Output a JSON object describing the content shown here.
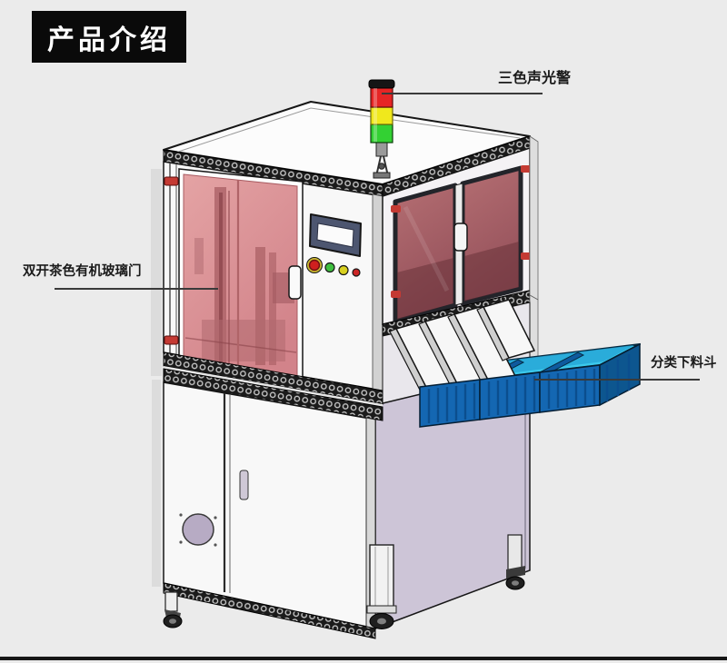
{
  "banner": {
    "text": "产品介绍"
  },
  "callouts": {
    "alarm": {
      "text": "三色声光警",
      "target": "tower-light"
    },
    "door": {
      "text": "双开茶色有机玻璃门",
      "target": "front-glass-door"
    },
    "hopper": {
      "text": "分类下料斗",
      "target": "sorting-bins"
    }
  },
  "colors": {
    "page-bg": "#ebebeb",
    "banner-bg": "#0a0a0a",
    "banner-fg": "#ffffff",
    "label-fg": "#1a1a1a",
    "leader-line": "#3a3a3a",
    "frame-dark": "#161616",
    "panel-white": "#f8f8f8",
    "door-glass": "#d9898e",
    "window-glass": "#ab646b",
    "lower-side": "#cdc5d7",
    "screen-bezel": "#4d5670",
    "screen-face": "#fbfbfb",
    "btn-estop": "#cf1f1f",
    "btn-green": "#3fbf3f",
    "btn-yellow": "#d8d020",
    "btn-red-small": "#cc2525",
    "tower-red": "#e62525",
    "tower-yellow": "#f0e81c",
    "tower-green": "#33d133",
    "bin-top": "#3cc9ec",
    "bin-inner": "#28a8d8",
    "bin-front": "#1467b2",
    "bin-rib": "#0b4e8e",
    "bin-divider": "#0e5a9e",
    "vent": "#b7abc4"
  }
}
